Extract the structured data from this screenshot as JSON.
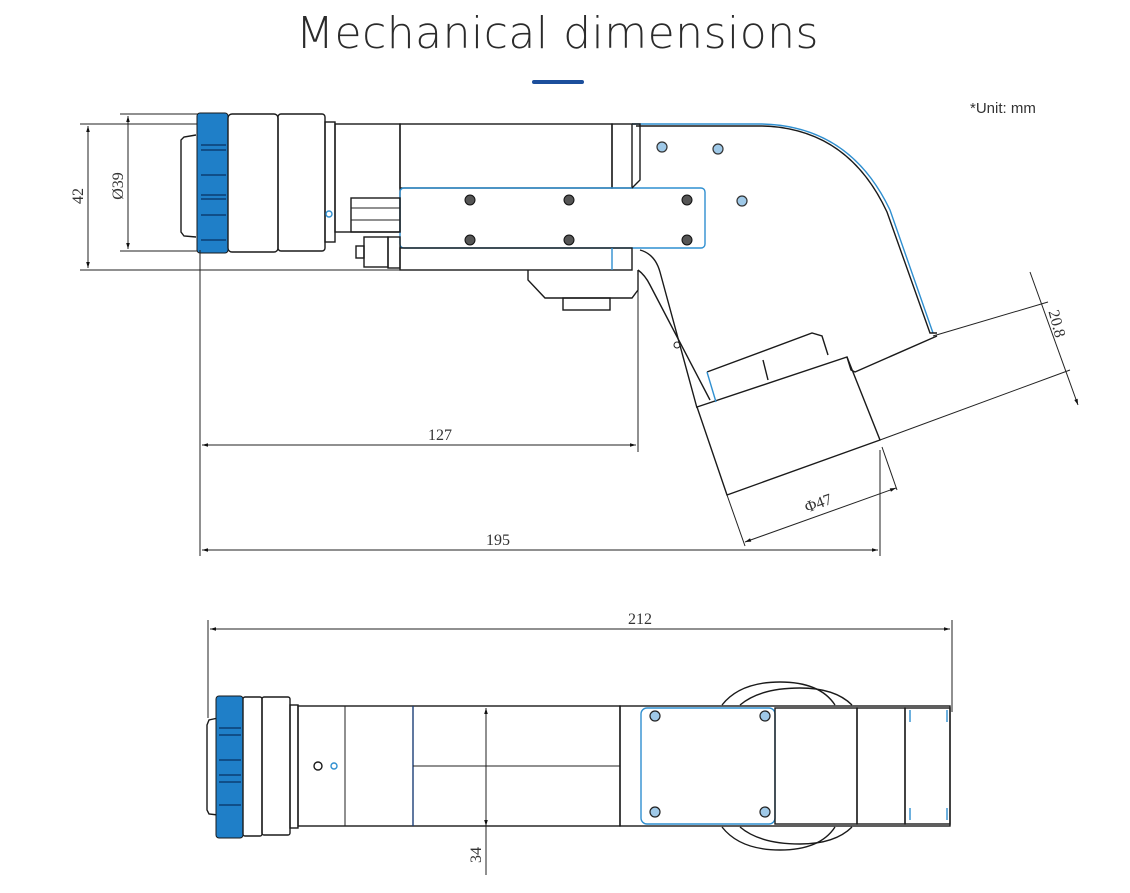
{
  "header": {
    "title": "Mechanical dimensions",
    "unit_note": "*Unit: mm",
    "accent_color": "#1c4f9c"
  },
  "side_view": {
    "dimensions": {
      "height": "42",
      "connector_diameter": "Ø39",
      "length_to_handle": "127",
      "length_to_nozzle": "195",
      "nozzle_diameter": "Φ47",
      "nozzle_offset": "20.8"
    }
  },
  "bottom_view": {
    "dimensions": {
      "total_length": "212",
      "width": "34"
    }
  },
  "colors": {
    "knob": "#1f7fc8",
    "line": "#1a1a1a",
    "highlight": "#2f8fd0"
  }
}
